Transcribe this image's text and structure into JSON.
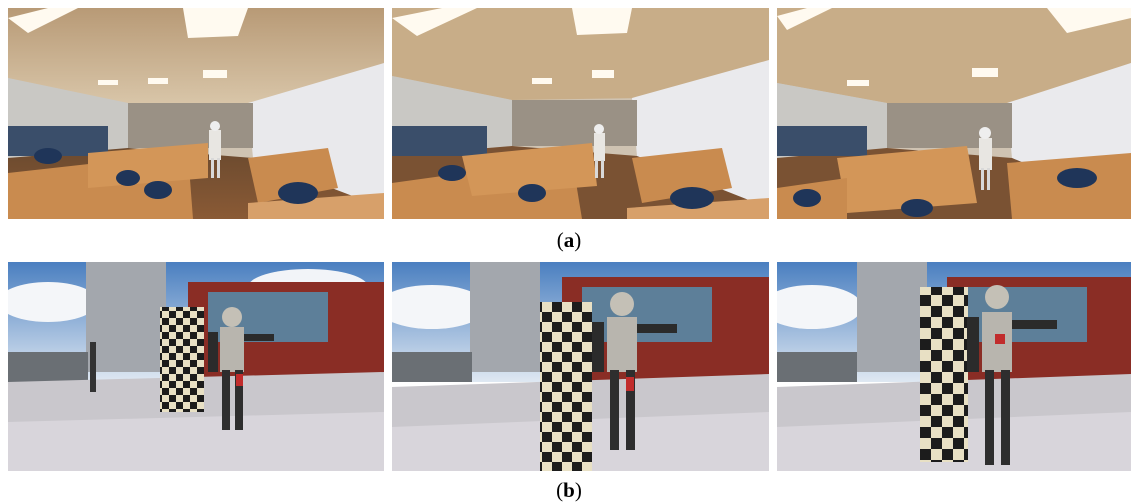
{
  "figure": {
    "caption_a": "a",
    "caption_b": "b",
    "row_a": [
      {
        "scene": "classroom-robot",
        "view": "1"
      },
      {
        "scene": "classroom-robot",
        "view": "2"
      },
      {
        "scene": "classroom-robot",
        "view": "3"
      }
    ],
    "row_b": [
      {
        "scene": "plaza-robot-checker-cylinder",
        "view": "1"
      },
      {
        "scene": "plaza-robot-checker-cylinder",
        "view": "2"
      },
      {
        "scene": "plaza-robot-checker-cylinder",
        "view": "3"
      }
    ]
  }
}
